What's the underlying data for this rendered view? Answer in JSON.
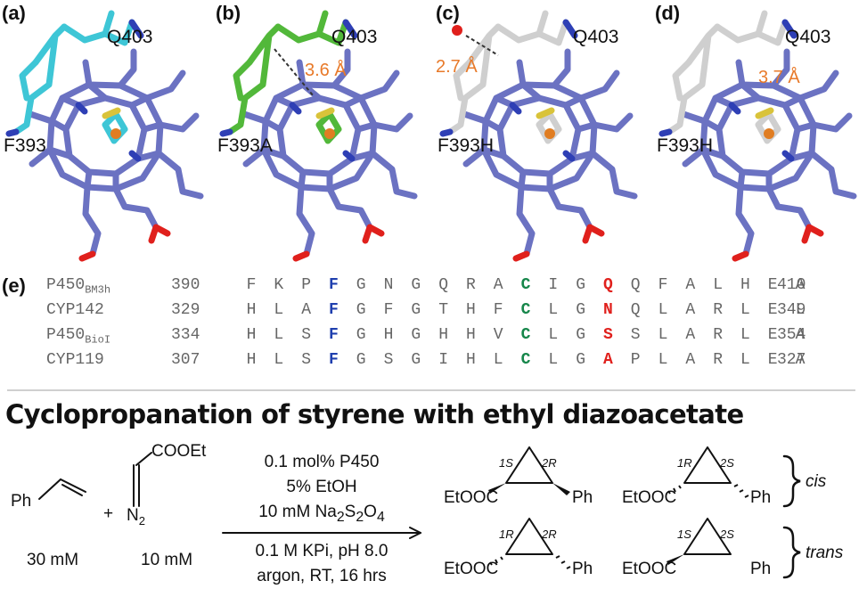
{
  "panels": [
    {
      "label": "(a)",
      "q_label": "Q403",
      "f_label": "F393",
      "distance": "",
      "side_color": "#3ec6d6"
    },
    {
      "label": "(b)",
      "q_label": "Q403",
      "f_label": "F393A",
      "distance": "3.6 Å",
      "side_color": "#52b83a"
    },
    {
      "label": "(c)",
      "q_label": "Q403",
      "f_label": "F393H",
      "distance": "2.7 Å",
      "side_color": "#cfcfcf"
    },
    {
      "label": "(d)",
      "q_label": "Q403",
      "f_label": "F393H",
      "distance": "3.7 Å",
      "side_color": "#cfcfcf"
    }
  ],
  "colors": {
    "heme": "#6b72c2",
    "oxygen": "#e0201c",
    "nitrogen": "#2e3fb5",
    "iron": "#e07d22",
    "sulfur": "#d9c33a",
    "distance": "#e87a2a",
    "conserved_f": "#1f3fae",
    "conserved_c": "#16864a",
    "mutated": "#e0201c"
  },
  "alignment": {
    "label": "(e)",
    "rows": [
      {
        "name": "P450",
        "sub": "BM3h",
        "start": "390",
        "end": "410",
        "residues": [
          "F",
          "K",
          "P",
          "F",
          "G",
          "N",
          "G",
          "Q",
          "R",
          "A",
          "C",
          "I",
          "G",
          "Q",
          "Q",
          "F",
          "A",
          "L",
          "H",
          "E",
          "A"
        ]
      },
      {
        "name": "CYP142",
        "sub": "",
        "start": "329",
        "end": "349",
        "residues": [
          "H",
          "L",
          "A",
          "F",
          "G",
          "F",
          "G",
          "T",
          "H",
          "F",
          "C",
          "L",
          "G",
          "N",
          "Q",
          "L",
          "A",
          "R",
          "L",
          "E",
          "L"
        ]
      },
      {
        "name": "P450",
        "sub": "BioI",
        "start": "334",
        "end": "354",
        "residues": [
          "H",
          "L",
          "S",
          "F",
          "G",
          "H",
          "G",
          "H",
          "H",
          "V",
          "C",
          "L",
          "G",
          "S",
          "S",
          "L",
          "A",
          "R",
          "L",
          "E",
          "A"
        ]
      },
      {
        "name": "CYP119",
        "sub": "",
        "start": "307",
        "end": "327",
        "residues": [
          "H",
          "L",
          "S",
          "F",
          "G",
          "S",
          "G",
          "I",
          "H",
          "L",
          "C",
          "L",
          "G",
          "A",
          "P",
          "L",
          "A",
          "R",
          "L",
          "E",
          "A"
        ]
      }
    ]
  },
  "scheme": {
    "title": "Cyclopropanation of styrene with ethyl diazoacetate",
    "styrene_ph": "Ph",
    "plus": "+",
    "diazo_ester": "COOEt",
    "diazo_n2": "N",
    "diazo_n2_sub": "2",
    "conc_styrene": "30 mM",
    "conc_diazo": "10 mM",
    "conditions_above": [
      "0.1 mol% P450",
      "5% EtOH",
      "10 mM Na",
      "2",
      "S",
      "2",
      "O",
      "4"
    ],
    "cond_line1": "0.1 mol% P450",
    "cond_line2": "5% EtOH",
    "cond_line3_pre": "10 mM Na",
    "cond_line3_s1": "2",
    "cond_line3_mid": "S",
    "cond_line3_s2": "2",
    "cond_line3_o": "O",
    "cond_line3_s3": "4",
    "cond_line4": "0.1 M KPi, pH 8.0",
    "cond_line5": "argon, RT, 16 hrs",
    "products": [
      {
        "ester": "EtOOC",
        "ph": "Ph",
        "c1": "1S",
        "c2": "2R"
      },
      {
        "ester": "EtOOC",
        "ph": "Ph",
        "c1": "1R",
        "c2": "2S"
      },
      {
        "ester": "EtOOC",
        "ph": "Ph",
        "c1": "1R",
        "c2": "2R"
      },
      {
        "ester": "EtOOC",
        "ph": "Ph",
        "c1": "1S",
        "c2": "2S"
      }
    ],
    "cis_label": "cis",
    "trans_label": "trans"
  }
}
